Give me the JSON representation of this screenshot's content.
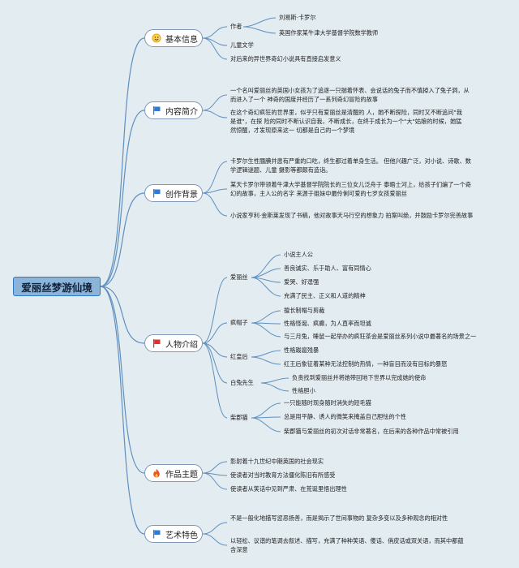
{
  "root": "爱丽丝梦游仙境",
  "colors": {
    "line": "#5f8fbf",
    "background": "#e3ecf1",
    "root_fill": "#8bb4d8",
    "flag": "#2e7bd6",
    "flag_red": "#e0322a",
    "fire": "#e8541e",
    "smile": "#e8a214"
  },
  "branches": [
    {
      "key": "basic",
      "label": "基本信息",
      "icon": "smiley-icon"
    },
    {
      "key": "summary",
      "label": "内容简介",
      "icon": "blue-flag-icon"
    },
    {
      "key": "background",
      "label": "创作背景",
      "icon": "blue-flag-icon"
    },
    {
      "key": "characters",
      "label": "人物介绍",
      "icon": "red-flag-icon"
    },
    {
      "key": "theme",
      "label": "作品主题",
      "icon": "fire-icon"
    },
    {
      "key": "art",
      "label": "艺术特色",
      "icon": "blue-flag-icon"
    }
  ],
  "basic": {
    "author_label": "作者",
    "author_name": "刘易斯·卡罗尔",
    "author_desc": "英国作家某牛津大学基督学院数学教师",
    "genre": "儿童文学",
    "influence": "对后来的异世界奇幻小说具有直接启发意义"
  },
  "summary": {
    "p1": "一个名叫爱丽丝的英国小女孩为了追逐一只揣着怀表、会说话的兔子而不慎掉入了兔子洞，从而进入了一个 神奇的国度并经历了一系列奇幻冒险的故事",
    "p2": "在这个奇幻疯狂的世界里，似乎只有爱丽丝是清醒的 人，她不断探险，同时又不断追问\"我是谁\"，在探 险的同时不断认识自我，不断成长，在终于成长为一个\"大\"姑娘的时候，她猛然惊醒，才发现原来这一 切都是自己的一个梦境"
  },
  "background": {
    "p1": "卡罗尔生性腼腆并患有严重的口吃，终生都过着单身生活。 但他兴趣广泛，对小说、诗歌、数学逻辑谜题、儿童 摄影等都颇有造诣。",
    "p2": "某天卡罗尔带领着牛津大学基督学院院长的三位女儿泛舟于 泰晤士河上，给孩子们编了一个奇幻的故事，主人公的名字 来源于姐妹中最伶俐可爱的七岁女孩爱丽丝",
    "p3": "小说家亨利·金斯莱发现了书稿，他对故事天马行空的想象力 拍案叫绝，并鼓励卡罗尔完善故事"
  },
  "characters": {
    "alice": {
      "name": "爱丽丝",
      "traits": [
        "小说主人公",
        "善良诚实、乐于助人、富有同情心",
        "爱哭、好逞强",
        "充满了民主、正义和人道的精神"
      ]
    },
    "hatter": {
      "name": "疯帽子",
      "traits": [
        "擅长制帽与剪裁",
        "性格怪诞、疯癫，为人直率而坦诚",
        "与三月兔，睡鼠一起举办的疯狂茶会是爱丽丝系列小说中最著名的场景之一"
      ]
    },
    "queen": {
      "name": "红皇后",
      "traits": [
        "性格跋扈残暴",
        "红王后象征着某种无法控制的热情，一种盲目而没有目标的暴怒"
      ]
    },
    "rabbit": {
      "name": "白兔先生",
      "traits": [
        "负责找到爱丽丝并将她带回地下世界以完成她的使命",
        "性格胆小"
      ]
    },
    "cat": {
      "name": "柴郡猫",
      "traits": [
        "一只能随时现身随时消失的短毛猫",
        "总是用平静、诱人的微笑来掩盖自己胆怯的个性",
        "柴郡猫与爱丽丝的初次对话非常著名，在后来的各种作品中常被引用"
      ]
    }
  },
  "theme": {
    "items": [
      "影射着十九世纪中期英国的社会现实",
      "使读者对当时教育方法僵化陈旧有所感受",
      "使读者从笑话中见到严肃、在荒诞里悟出理性"
    ]
  },
  "art": {
    "p1": "不是一般化地描写惩恶扬善，而是揭示了世间事物的 复杂多变以及多种观念的相对性",
    "p2": "以轻松、议谐的笔调去叙述、描写，充满了种种笑语、傻话、俏皮话或双关语，而其中都蕴含深意"
  }
}
